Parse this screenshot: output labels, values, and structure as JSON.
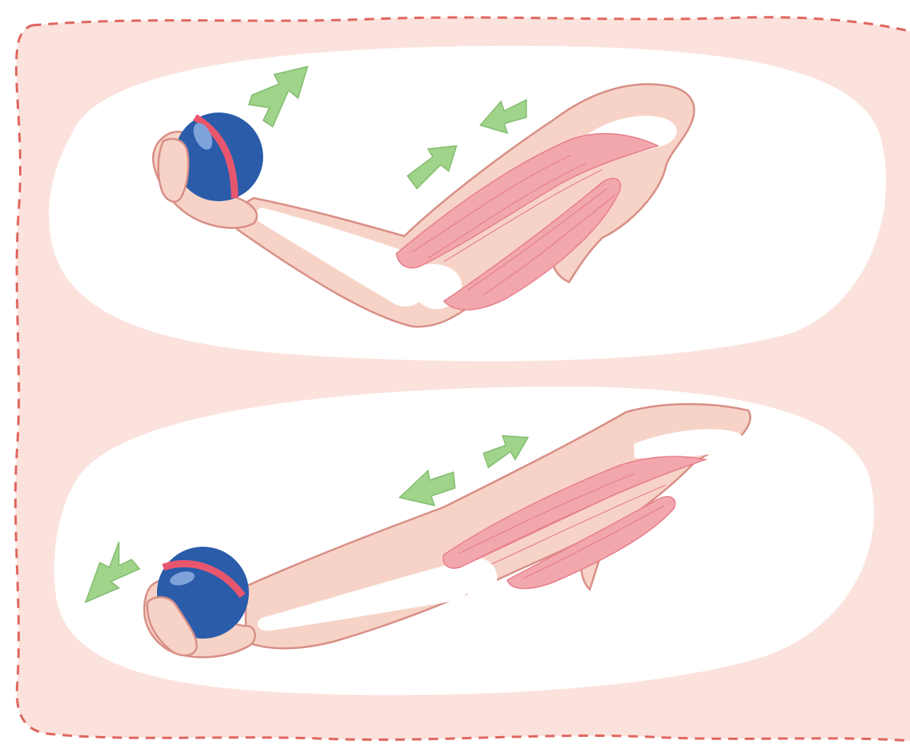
{
  "colors": {
    "panel_fill": "#fbe2dc",
    "panel_border": "#e0665f",
    "oval_fill": "#ffffff",
    "skin": "#f7d3c7",
    "skin_outline": "#d88f86",
    "bone": "#ffffff",
    "muscle": "#f2a7ad",
    "muscle_stripe": "#e77f8c",
    "ball_blue": "#2a5caa",
    "ball_stripe": "#e8566e",
    "ball_highlight": "#7ea2da",
    "arrow_green": "#9fd48a",
    "arrow_outline": "#83bd6f"
  },
  "panels": [
    {
      "id": "top",
      "pose": "wrist-flexed",
      "ball_arrow_direction": "up-right",
      "muscle_arrows": [
        "up-right",
        "left"
      ]
    },
    {
      "id": "bottom",
      "pose": "wrist-extended",
      "ball_arrow_direction": "down-left",
      "muscle_arrows": [
        "left",
        "right"
      ]
    }
  ],
  "icons": {
    "ball": "stress-ball-icon",
    "arrow": "green-arrow-icon"
  }
}
